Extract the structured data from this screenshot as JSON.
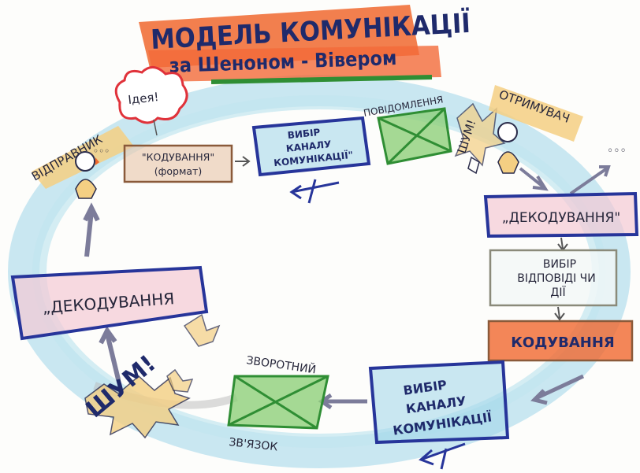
{
  "title": {
    "line1": "МОДЕЛЬ КОМУНІКАЦІЇ",
    "line2": "за Шеноном - Вівером"
  },
  "nodes": {
    "idea": "Ідея!",
    "sender": "ВІДПРАВНИК",
    "encoding_top": "\"КОДУВАННЯ\"",
    "encoding_top_sub": "(формат)",
    "channel_top": [
      "ВИБІР",
      "КАНАЛУ",
      "КОМУНІКАЦІЇ\""
    ],
    "message": "ПОВІДОМЛЕННЯ",
    "receiver": "ОТРИМУВАЧ",
    "decoding_right": "„ДЕКОДУВАННЯ\"",
    "response": [
      "ВИБІР",
      "ВІДПОВІДІ ЧИ",
      "ДІЇ"
    ],
    "encoding_right": "КОДУВАННЯ",
    "channel_bottom": [
      "ВИБІР",
      "КАНАЛУ",
      "КОМУНІКАЦІЇ"
    ],
    "feedback_top": "ЗВОРОТНИЙ",
    "feedback_bottom": "ЗВ'ЯЗОК",
    "decoding_left": "„ДЕКОДУВАННЯ"
  },
  "noise": {
    "top": "ШУМ!",
    "bottom": "ШУМ!"
  },
  "colors": {
    "blue": "#27359a",
    "orange": "#f0682f",
    "red": "#e0323a",
    "green": "#2f8e34",
    "green_fill": "#8fd07a",
    "yellow": "#f4cf83",
    "cyan": "#9fd6ea",
    "pink": "#f4c9d4",
    "tan": "#e8c5a8"
  }
}
